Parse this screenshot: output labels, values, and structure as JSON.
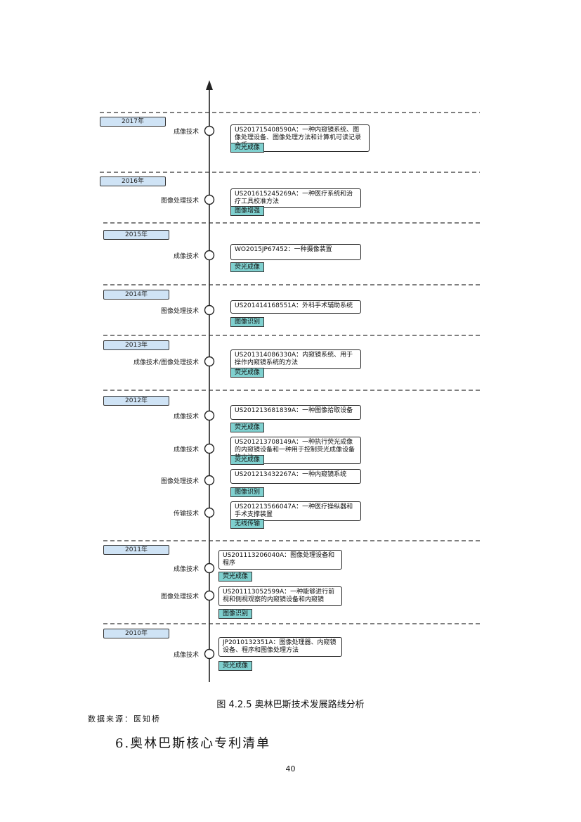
{
  "years": [
    {
      "year": "2017年",
      "entries": [
        {
          "category": "成像技术",
          "patent": "US201715408590A：一种内窥镜系统、图像处理设备、图像处理方法和计算机可读记录介质",
          "tag": "荧光成像"
        }
      ]
    },
    {
      "year": "2016年",
      "entries": [
        {
          "category": "图像处理技术",
          "patent": "US201615245269A：一种医疗系统和治疗工具校准方法",
          "tag": "图像增强"
        }
      ]
    },
    {
      "year": "2015年",
      "entries": [
        {
          "category": "成像技术",
          "patent": "WO2015JP67452：一种摄像装置",
          "tag": "荧光成像"
        }
      ]
    },
    {
      "year": "2014年",
      "entries": [
        {
          "category": "图像处理技术",
          "patent": "US201414168551A：外科手术辅助系统",
          "tag": "图像识别"
        }
      ]
    },
    {
      "year": "2013年",
      "entries": [
        {
          "category": "成像技术/图像处理技术",
          "patent": "US201314086330A：内窥镜系统、用于操作内窥镜系统的方法",
          "tag": "荧光成像"
        }
      ]
    },
    {
      "year": "2012年",
      "entries": [
        {
          "category": "成像技术",
          "patent": "US201213681839A：一种图像拾取设备",
          "tag": "荧光成像"
        },
        {
          "category": "成像技术",
          "patent": "US201213708149A：一种执行荧光成像的内窥镜设备和一种用于控制荧光成像设备的方法",
          "tag": "荧光成像"
        },
        {
          "category": "图像处理技术",
          "patent": "US201213432267A：一种内窥镜系统",
          "tag": "图像识别"
        },
        {
          "category": "传输技术",
          "patent": "US201213566047A：一种医疗操纵器和手术支撑装置",
          "tag": "无线传输"
        }
      ]
    },
    {
      "year": "2011年",
      "entries": [
        {
          "category": "成像技术",
          "patent": "US201113206040A：图像处理设备和程序",
          "tag": "荧光成像"
        },
        {
          "category": "图像处理技术",
          "patent": "US201113052599A：一种能够进行前视和侧视观察的内窥镜设备和内窥镜",
          "tag": "图像识别"
        }
      ]
    },
    {
      "year": "2010年",
      "entries": [
        {
          "category": "成像技术",
          "patent": "JP2010132351A：图像处理器、内窥镜设备、程序和图像处理方法",
          "tag": "荧光成像"
        }
      ]
    }
  ],
  "caption": "图 4.2.5  奥林巴斯技术发展路线分析",
  "source": "数据来源：医知桥",
  "section_title": "6.奥林巴斯核心专利清单",
  "page_number": "40"
}
